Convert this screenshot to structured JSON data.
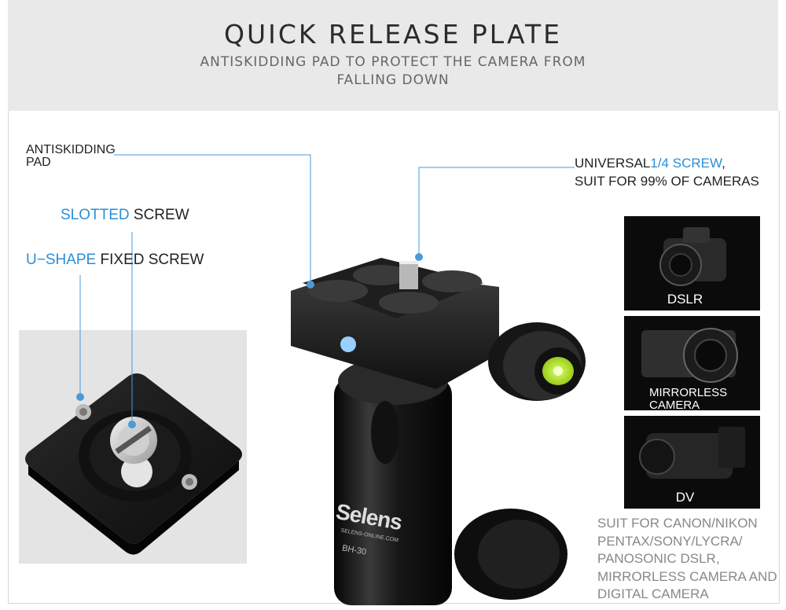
{
  "header": {
    "title": "QUICK RELEASE PLATE",
    "subtitle": "ANTISKIDDING PAD TO PROTECT THE CAMERA FROM FALLING DOWN"
  },
  "callouts": {
    "antiskidding": {
      "line1": "ANTISKIDDING",
      "line2": "PAD"
    },
    "slotted": {
      "accent": "SLOTTED",
      "rest": " SCREW"
    },
    "ushape": {
      "accent": "U−SHAPE",
      "rest": " FIXED SCREW"
    },
    "universal": {
      "prefix": "UNIVERSAL",
      "accent": "1/4 SCREW",
      "suffix": ",",
      "line2": "SUIT FOR 99% OF CAMERAS"
    }
  },
  "cameras": [
    {
      "label": "DSLR",
      "icon": "dslr-camera-icon"
    },
    {
      "label": "MIRRORLESS CAMERA",
      "icon": "mirrorless-camera-icon"
    },
    {
      "label": "DV",
      "icon": "camcorder-icon"
    }
  ],
  "compatibility": "SUIT FOR CANON/NIKON PENTAX/SONY/LYCRA/ PANOSONIC DSLR, MIRRORLESS CAMERA AND DIGITAL CAMERA",
  "product": {
    "brand": "Selens",
    "website": "SELENS-ONLINE.COM",
    "model": "BH-30"
  },
  "colors": {
    "accent": "#2b8fd8",
    "header_bg": "#e9e9e9",
    "text": "#222222"
  }
}
